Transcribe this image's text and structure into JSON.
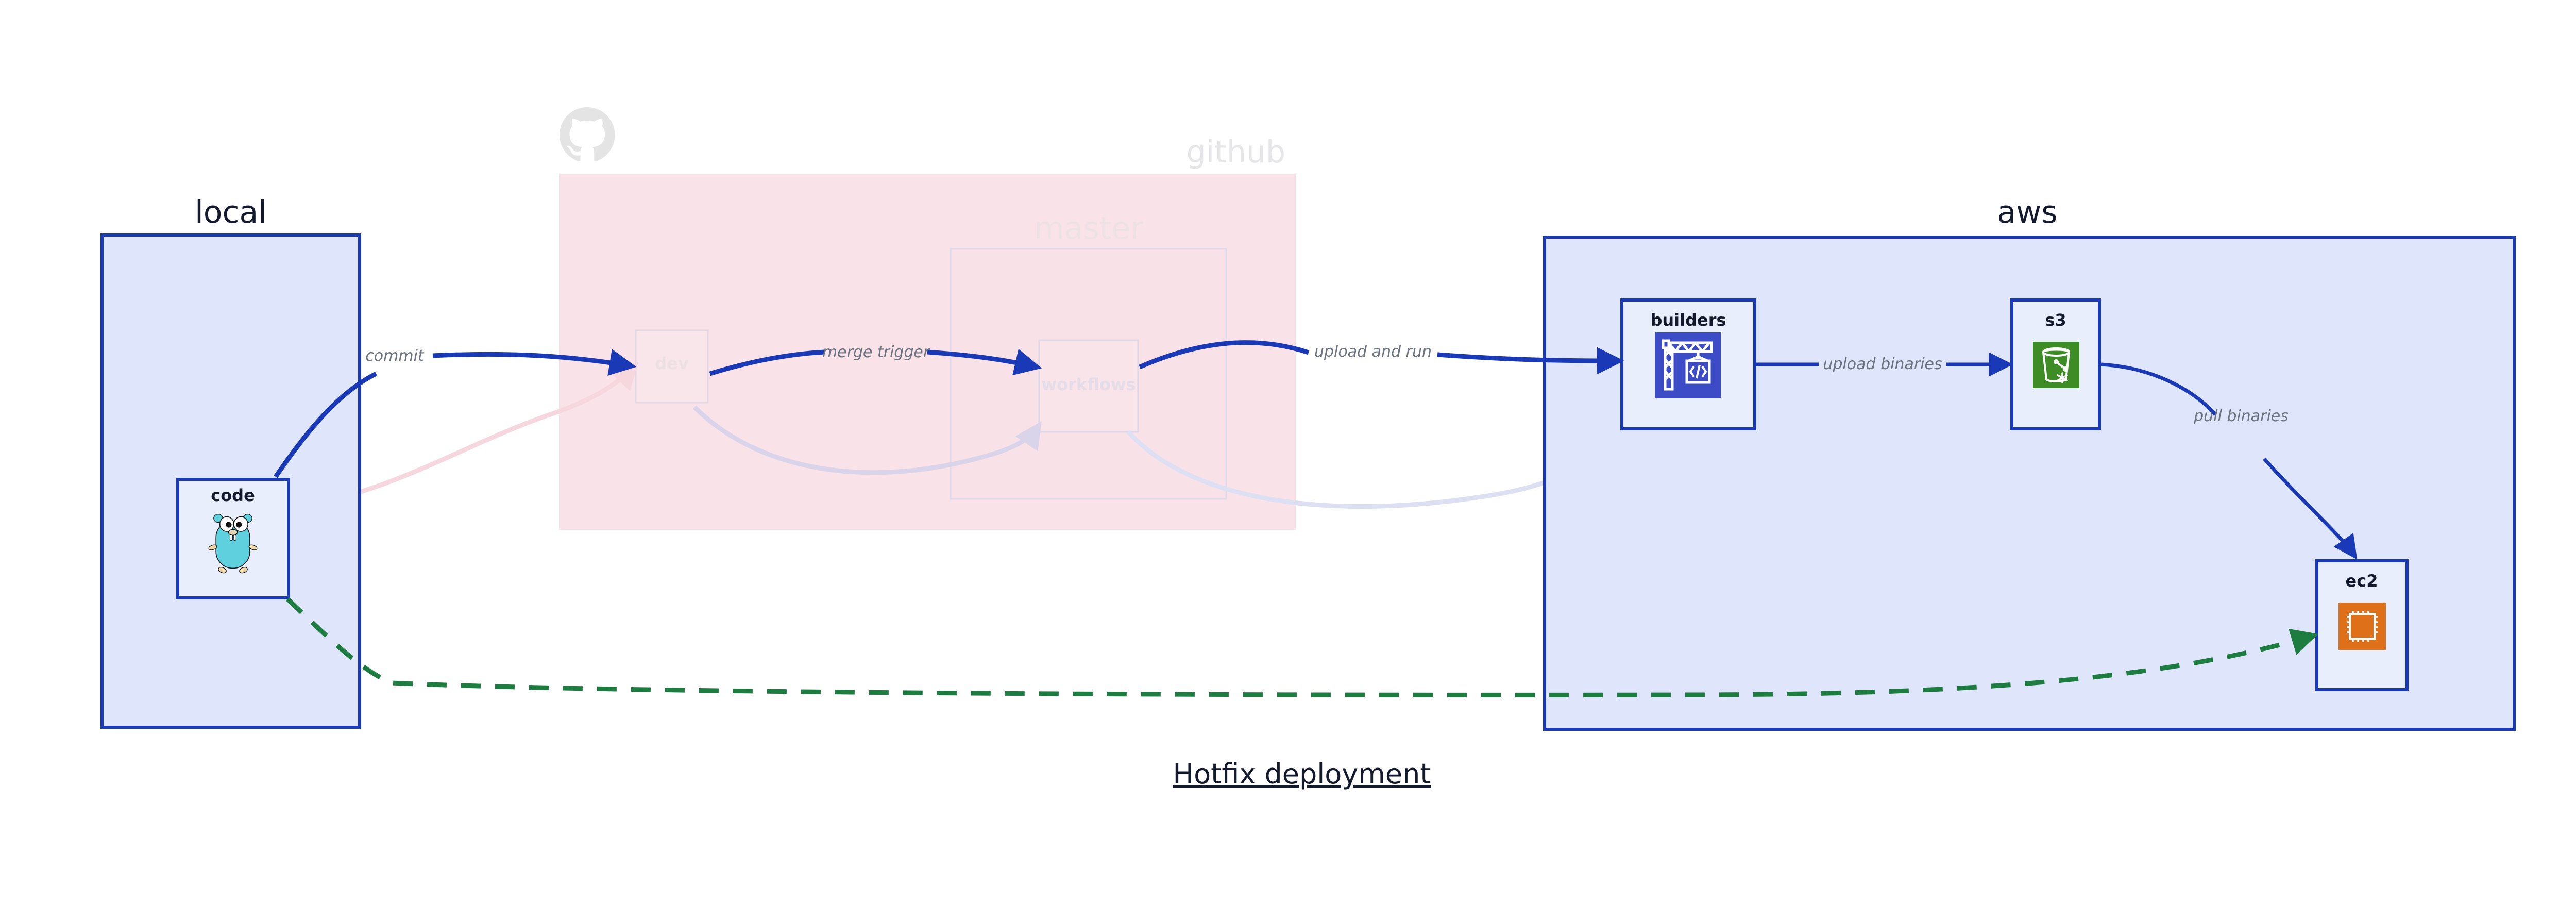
{
  "diagram": {
    "title": "Hotfix deployment",
    "clusters": [
      {
        "id": "local",
        "label": "local",
        "style": "solid",
        "fill": "#dfe6fb",
        "stroke": "#1939b7"
      },
      {
        "id": "github",
        "label": "github",
        "style": "faded",
        "fill": "#fae3e8",
        "stroke": "#f3d4db"
      },
      {
        "id": "aws",
        "label": "aws",
        "style": "solid",
        "fill": "#dfe6fb",
        "stroke": "#1939b7"
      }
    ],
    "subclusters": [
      {
        "id": "master",
        "label": "master",
        "parent": "github",
        "style": "faded"
      }
    ],
    "nodes": [
      {
        "id": "code",
        "label": "code",
        "cluster": "local",
        "icon": "go-gopher-icon",
        "state": "active"
      },
      {
        "id": "dev",
        "label": "dev",
        "cluster": "github",
        "icon": "git-branch-icon",
        "state": "faded"
      },
      {
        "id": "workflows",
        "label": "workflows",
        "cluster": "master",
        "icon": "github-actions-icon",
        "state": "faded"
      },
      {
        "id": "builders",
        "label": "builders",
        "cluster": "aws",
        "icon": "aws-codebuild-icon",
        "state": "active"
      },
      {
        "id": "s3",
        "label": "s3",
        "cluster": "aws",
        "icon": "aws-s3-glacier-icon",
        "state": "active"
      },
      {
        "id": "ec2",
        "label": "ec2",
        "cluster": "aws",
        "icon": "aws-ec2-icon",
        "state": "active"
      }
    ],
    "edges": [
      {
        "id": "commit",
        "from": "code",
        "to": "dev",
        "label": "commit",
        "style": "solid-bold",
        "color": "#1939b7"
      },
      {
        "id": "merge-trigger",
        "from": "dev",
        "to": "workflows",
        "label": "merge trigger",
        "style": "solid-bold",
        "color": "#1939b7"
      },
      {
        "id": "upload-and-run",
        "from": "workflows",
        "to": "builders",
        "label": "upload and run",
        "style": "solid-bold",
        "color": "#1939b7"
      },
      {
        "id": "upload-binaries",
        "from": "builders",
        "to": "s3",
        "label": "upload binaries",
        "style": "solid",
        "color": "#1939b7"
      },
      {
        "id": "pull-binaries",
        "from": "s3",
        "to": "ec2",
        "label": "pull binaries",
        "style": "solid",
        "color": "#1939b7"
      },
      {
        "id": "hotfix-direct",
        "from": "code",
        "to": "ec2",
        "label": "",
        "style": "dashed",
        "color": "#1d7c3f"
      },
      {
        "id": "ghost-code-dev",
        "from": "code",
        "to": "dev",
        "label": "",
        "style": "ghost",
        "color": "#fadee4"
      },
      {
        "id": "ghost-dev-workflows",
        "from": "dev",
        "to": "workflows",
        "label": "",
        "style": "ghost",
        "color": "#dcd8ec"
      },
      {
        "id": "ghost-workflows-build",
        "from": "workflows",
        "to": "builders",
        "label": "",
        "style": "ghost",
        "color": "#dfe2f3"
      }
    ],
    "icon_colors": {
      "codebuild": "#3c4cc7",
      "s3_glacier": "#3d8c25",
      "ec2": "#dd7019",
      "gopher_body": "#5fd0de",
      "github_logo": "#e4e4e4"
    }
  }
}
